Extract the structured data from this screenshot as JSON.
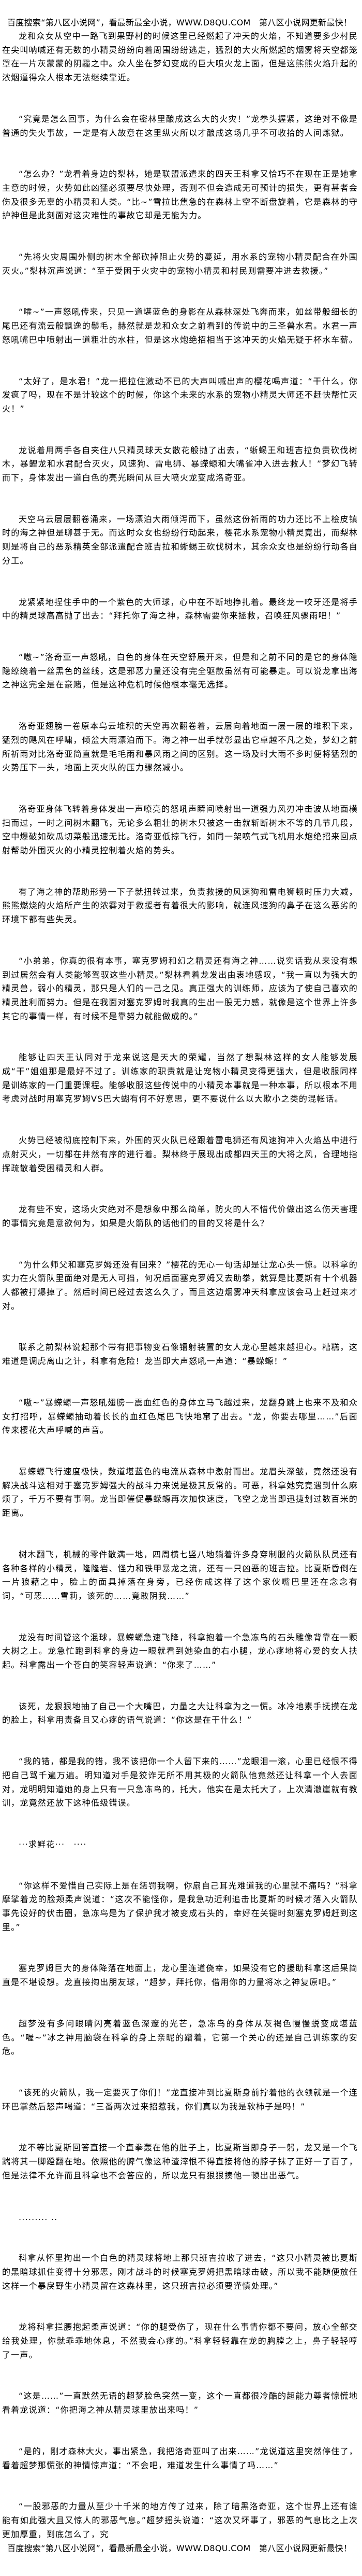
{
  "banner": {
    "top": "百度搜索“第八区小说网”，看最新最全小说，WWW.D8QU.COM　第八区小说网更新最快！",
    "bottom": "百度搜索“第八区小说网”，看最新最全小说，WWW.D8QU.COM　第八区小说网更新最快！"
  },
  "paragraphs": [
    "龙和众女从空中一路飞到果野村的时候这里已经燃起了冲天的火焰，不知道要多少村民在尖叫呐喊还有无数的小精灵纷纷向着周围纷纷逃走，猛烈的大火所燃起的烟雾将天空都笼罩在一片灰蒙蒙的阴霾之中。众人坐在梦幻变成的巨大喷火龙上面，但是这熊熊火焰升起的浓烟逼得众人根本无法继续靠近。",
    "“究竟是怎么回事，为什么会在密林里酿成这么大的火灾！”龙拳头握紧，这绝对不像是普通的失火事故，一定是有人故意在这里纵火所以才酿成这场几乎不可收拾的人间炼狱。",
    "“怎么办？”龙看着身边的梨林，她是联盟派遣来的四天王科拿又恰巧不在现在正是她拿主意的时候，火势如此凶猛必须要尽快处理，否则不但会造成无可预计的损失，更有甚者会伤及很多无辜的小精灵和人类。“比~”雪拉比焦急的在森林上空不断盘旋着，它是森林的守护神但是此刻面对这灾难性的事故它却是无能为力。",
    "“先将火灾周围外侧的树木全部砍掉阻止火势的蔓延，用水系的宠物小精灵配合在外围灭火。”梨林沉声说道：“至于受困于火灾中的宠物小精灵和村民则需要冲进去救援。”",
    "“嚯~”一声怒吼传来，只见一道堪蓝色的身影在从森林深处飞奔而来，如丝带般细长的尾巴还有流云般飘逸的鬃毛，赫然就是龙和众女之前看到的传说中的三圣兽水君。水君一声怒吼嘴巴中喷射出一道粗壮的水柱，但是这水炮绝招相当于这冲天的火焰无疑于杯水车薪。",
    "“太好了，是水君！”龙一把拉住激动不已的大声叫喊出声的樱花喝声道：“干什么，你发疯了吗，现在不是计较这个的时候，你这个未来的水系的宠物小精灵大师还不赶快帮忙灭火！”",
    "龙说着用两手各自夹住八只精灵球天女散花般抛了出去，“蜥蜴王和班吉拉负责砍伐树木，暴鲤龙和水君配合灭火，风速狗、雷电狮、暴蝾螈和大嘴雀冲入进去救人！”梦幻飞转而下，身体发出一道白色的亮光瞬间从巨大喷火龙变成洛奇亚。",
    "天空乌云层层翻卷涌来，一场漂泊大雨倾泻而下，虽然这份祈雨的功力还比不上桧皮镇时的海之神但是聊甚于无。而这时众女也纷纷行动起来，樱花水系宠物小精灵竟出，而梨林则是将自己的恶系精英全部派遣配合班吉拉和蜥蜴王砍伐树木，其余众女也是纷纷行动各自分工。",
    "龙紧紧地捏住手中的一个紫色的大师球，心中在不断地挣扎着。最终龙一咬牙还是将手中的精灵球高高抛了出去：“拜托你了海之神，森林需要你来拯救，召唤狂风骤雨吧！”",
    "“嗷~”洛奇亚一声怒吼，白色的身体在天空舒展开来，但是和之前不同的是它的身体隐隐缭绕着一丝黑色的丝线，这是邪恶力量还没有完全驱散虽然有可能暴走。可以说龙拿出海之神这完全是在豪赌，但是这种危机时候他根本毫无选择。",
    "洛奇亚翅膀一卷原本乌云堆积的天空再次翻卷着，云层向着地面一层一层的堆积下来，猛烈的飓风在呼啸，倾盆大雨漂泊而下。海之神一出手就彰显出它卓越不凡之处，梦幻之前所祈雨对比洛奇亚简直就是毛毛雨和暴风雨之间的区别。这一场及时大雨不多时便将猛烈的火势压下一头，地面上灭火队的压力骤然减小。",
    "洛奇亚身体飞转着身体发出一声嘹亮的怒吼声瞬间喷射出一道强力风刃冲击波从地面横扫而过，一时之间树木翻飞，无论多么粗壮的树木只被这一击就斩断树木不等的几节几段，空中爆破如砍瓜切菜般迅速无比。洛奇亚低掠飞行，如同一架喷气式飞机用水炮绝招来回点射帮助外围灭火的小精灵控制着火焰的势头。",
    "有了海之神的帮助形势一下子就扭转过来，负责救援的风速狗和雷电狮顿时压力大减，熊熊燃烧的火焰所产生的浓雾对于救援者有着很大的影响，就连风速狗的鼻子在这么恶劣的环境下都有些失灵。",
    "“小弟弟，你真的很有本事，塞克罗姆和幻之精灵还有海之神……说实话我从来没有想到过居然会有人类能够驾驭这些小精灵。”梨林看着龙发出由衷地感叹，“我一直以为强大的精灵兽，弱小的精灵，那只是人们的一己之见。真正强大的训练师，应该为了使自己喜欢的精灵胜利而努力。但是在我面对塞克罗姆时我真的生出一股无力感，就像是这个世界上许多其它的事情一样，有时候不是靠努力就能做成的。”",
    "能够让四天王认同对于龙来说这是天大的荣耀，当然了想梨林这样的女人能够发展成“干”姐姐那是最好不过了。训练家的职责就是让宠物小精灵变得更强大，但是收服同样是训练家的一门重要课程。能够收服这些传说中的小精灵本事就是一种本事，所以根本不用考虑对战时用塞克罗姆VS巴大蝴有何不好意思，更不要说什么以大欺小之类的混帐话。",
    "火势已经被彻底控制下来，外围的灭火队已经跟着雷电狮还有风速狗冲入火焰丛中进行点射灭火，一切都在井然有序的进行着。梨林终于展现出成都四天王的大将之风，合理地指挥疏散着受困精灵和人群。",
    "龙有些不安，这场火灾绝对不是想象中那么简单，防火的人不惜代价做出这么伤天害理的事情究竟是意欲何为，如果是火箭队的话他们的目的又将是什么？",
    "“为什么师父和塞克罗姆还没有回来？”樱花的无心一句话却是让龙心头一惊。以科拿的实力在火箭队里面绝对是无人可挡，何况后面塞克罗姆又去助拳，就算是比夏斯有十个机器人都被打爆掉了。然后时间已经过去这么久了，而且这边烟雾冲天科拿应该会马上赶过来才对。",
    "联系之前梨林说起那个带有把事物变石像镭射装置的女人龙心里越来越担心。糟糕，这难道是调虎离山之计，科拿有危险！龙当即大声怒吼一声道：“暴蝾螈！”",
    "“嗷~”暴蝾螈一声怒吼翅膀一震血红色的身体立马飞越过来，龙翻身跳上也来不及和众女打招呼，暴蝾螈抽动着长长的血红色尾巴飞快地窜了出去。“龙，你要去哪里……”后面传来樱花大声呼喊的声音。",
    "暴蝾螈飞行速度极快，数道堪蓝色的电流从森林中激射而出。龙眉头深皱，竟然还没有解决战斗这相对于塞克罗姆强大的战斗力来说是极其反常的。可恶，科拿她究竟遇到什么麻烦了，千万不要有事啊。龙当即催促暴蝾螈再次加快速度，飞空之龙当即迅捷划过数百米的距离。",
    "树木翻飞，机械的零件散满一地，四周横七竖八地躺着许多身穿制服的火箭队队员还有各种各样的小精灵，隆隆岩、怪力和铁甲暴龙之流，还有一只凶恶的班吉拉。比夏斯昏倒在一片狼藉之中，脸上的面具掉落在身旁，已经伤成这样了这个家伙嘴巴里还在念念有词，“可恶……雪莉，该死的……竟敢阴我……”",
    "龙没有时间管这个混球，暴蝾螈急速飞降，科拿抱着一个急冻鸟的石头雕像背靠在一颗大树之上。龙急忙跑到科拿的身边一眼就看到她染血的右小腿，龙心疼地将心爱的女人扶起。科拿露出一个苍白的笑容轻声说道：“你来了……”",
    "该死，龙狠狠地抽了自己一个大嘴巴，力量之大让科拿为之一慌。冰冷地素手抚摸在龙的脸上，科拿用责备且又心疼的语气说道：“你这是在干什么！”",
    "“我的错，都是我的错，我不该把你一个人留下来的……”龙眼泪一滚，心里已经恨不得把自己骂千遍万遍。明知道对手是狡诈无所不用其极的火箭队他竟然还让科拿一个人去面对，龙明明知道她的身上只有一只急冻鸟的，托大，他实在是太托大了，上次清澈崖就有教训，龙竟然还放下这种低级错误。",
    " ···求鲜花···　····",
    "“你这样不爱惜自己实际上是在惩罚我啊，你扇自己耳光难道我的心里就不痛吗？”科拿摩挲着龙的脸颊柔声说道：“这次不能怪你，是我急功近利追击比夏斯的时候才落入火箭队事先设好的伏击圈，急冻鸟是为了保护我才被变成石头的，幸好在关键时刻塞克罗姆赶到这里。”",
    "塞克罗姆巨大的身体降落在地面上，龙心里连道侥幸，如果没有它的援助科拿这后果简直是不堪设想。龙直接掏出朋友球，“超梦，拜托你，借用你的力量将冰之神复原吧。”",
    "超梦没有多问眼睛闪亮着蓝色深邃的光芒，急冻鸟的身体从灰褐色慢慢蜕变成堪蓝色。“喔~”冰之神用脑袋在科拿的身上亲昵的蹭着，它第一个关心的还是自己训练家的安危。",
    "“该死的火箭队，我一定要灭了你们！”龙直接冲到比夏斯身前拧着他的衣领就是一个连环巴掌然后怒声喝道：“三番两次过来招惹我，你们真以为我是软柿子是吗！”",
    "龙不等比夏斯回答直接一个直拳轰在他的肚子上，比夏斯当即身子一躬，龙又是一个飞踹将其一脚蹬翻在地。依照他的脾气像这种渣滓恨不得直接将他的脖子抹了正好一了百了，但是法律不允许而且科拿也不会答应的，所以龙只有狠狠揍他一顿出出恶气。",
    "......... ..",
    "科拿从怀里掏出一个白色的精灵球将地上那只班吉拉收了进去，“这只小精灵被比夏斯的黑暗球抓住变得十分邪恶，刚才战斗的时候塞克罗姆把黑暗球击破，所以我不能随便放任这样一个暴戾野生小精灵留在这森林里，这只班吉拉必须要谨慎处理。”",
    "龙将科拿拦腰抱起柔声说道：“你的腿受伤了，现在什么事情你都不要问，放心全部交给我处理，你就乖乖地休息，不然我会心疼的。”科拿轻轻靠在龙的胸膛之上，鼻子轻轻哼了一声。",
    "“这是……”一直默然无语的超梦脸色突然一变，这个一直都很冷酷的超能力尊者惊慌地看着龙说道：“你把海之神从精灵球里放出来吗！”",
    "“是的，刚才森林大火，事出紧急，我把洛奇亚叫了出来……”龙说道这里突然停住了，看着超梦那慌张的神情惊声道：“不会吧，难道发生什么事情了吗……”",
    "“一股邪恶的力量从至少十千米的地方传了过来，除了暗黑洛奇亚，这个世界上还有谁能有如此强大且又惊人的邪恶气息。”超梦摇头说道：“这次又坏事了，邪恶的气息比之上次更加厚重，到底怎么了，究"
  ]
}
